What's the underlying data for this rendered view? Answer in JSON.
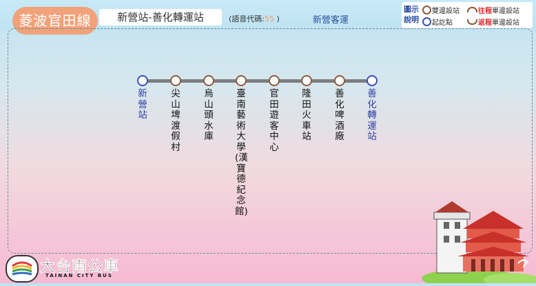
{
  "header": {
    "route_name": "菱波官田線",
    "direction": "新營站-善化轉運站",
    "voice_code_label": "(語音代碼:",
    "voice_code_value": "55",
    "voice_code_end": ")",
    "operator": "新營客運"
  },
  "legend": {
    "title": "圖示說明",
    "both_ways": "雙邊設站",
    "start_end": "起訖點",
    "outbound_word": "往程",
    "outbound_rest": "單邊設站",
    "return_word": "返程",
    "return_rest": "單邊設站"
  },
  "stops": [
    {
      "name": "新營站",
      "terminal": true
    },
    {
      "name": "尖山埤渡假村",
      "terminal": false
    },
    {
      "name": "烏山頭水庫",
      "terminal": false
    },
    {
      "name": "臺南藝術大學(漢寶德紀念館)",
      "terminal": false
    },
    {
      "name": "官田遊客中心",
      "terminal": false
    },
    {
      "name": "隆田火車站",
      "terminal": false
    },
    {
      "name": "善化啤酒廠",
      "terminal": false
    },
    {
      "name": "善化轉運站",
      "terminal": true
    }
  ],
  "logo": {
    "title": "大台南公車",
    "subtitle": "TAINAN CITY BUS"
  },
  "colors": {
    "route_pill": "#f2a27b",
    "terminal_blue": "#3b4fb0",
    "stop_brown": "#8b5a3c",
    "line_gray": "#7e7e7e",
    "legend_red": "#e0262c"
  }
}
